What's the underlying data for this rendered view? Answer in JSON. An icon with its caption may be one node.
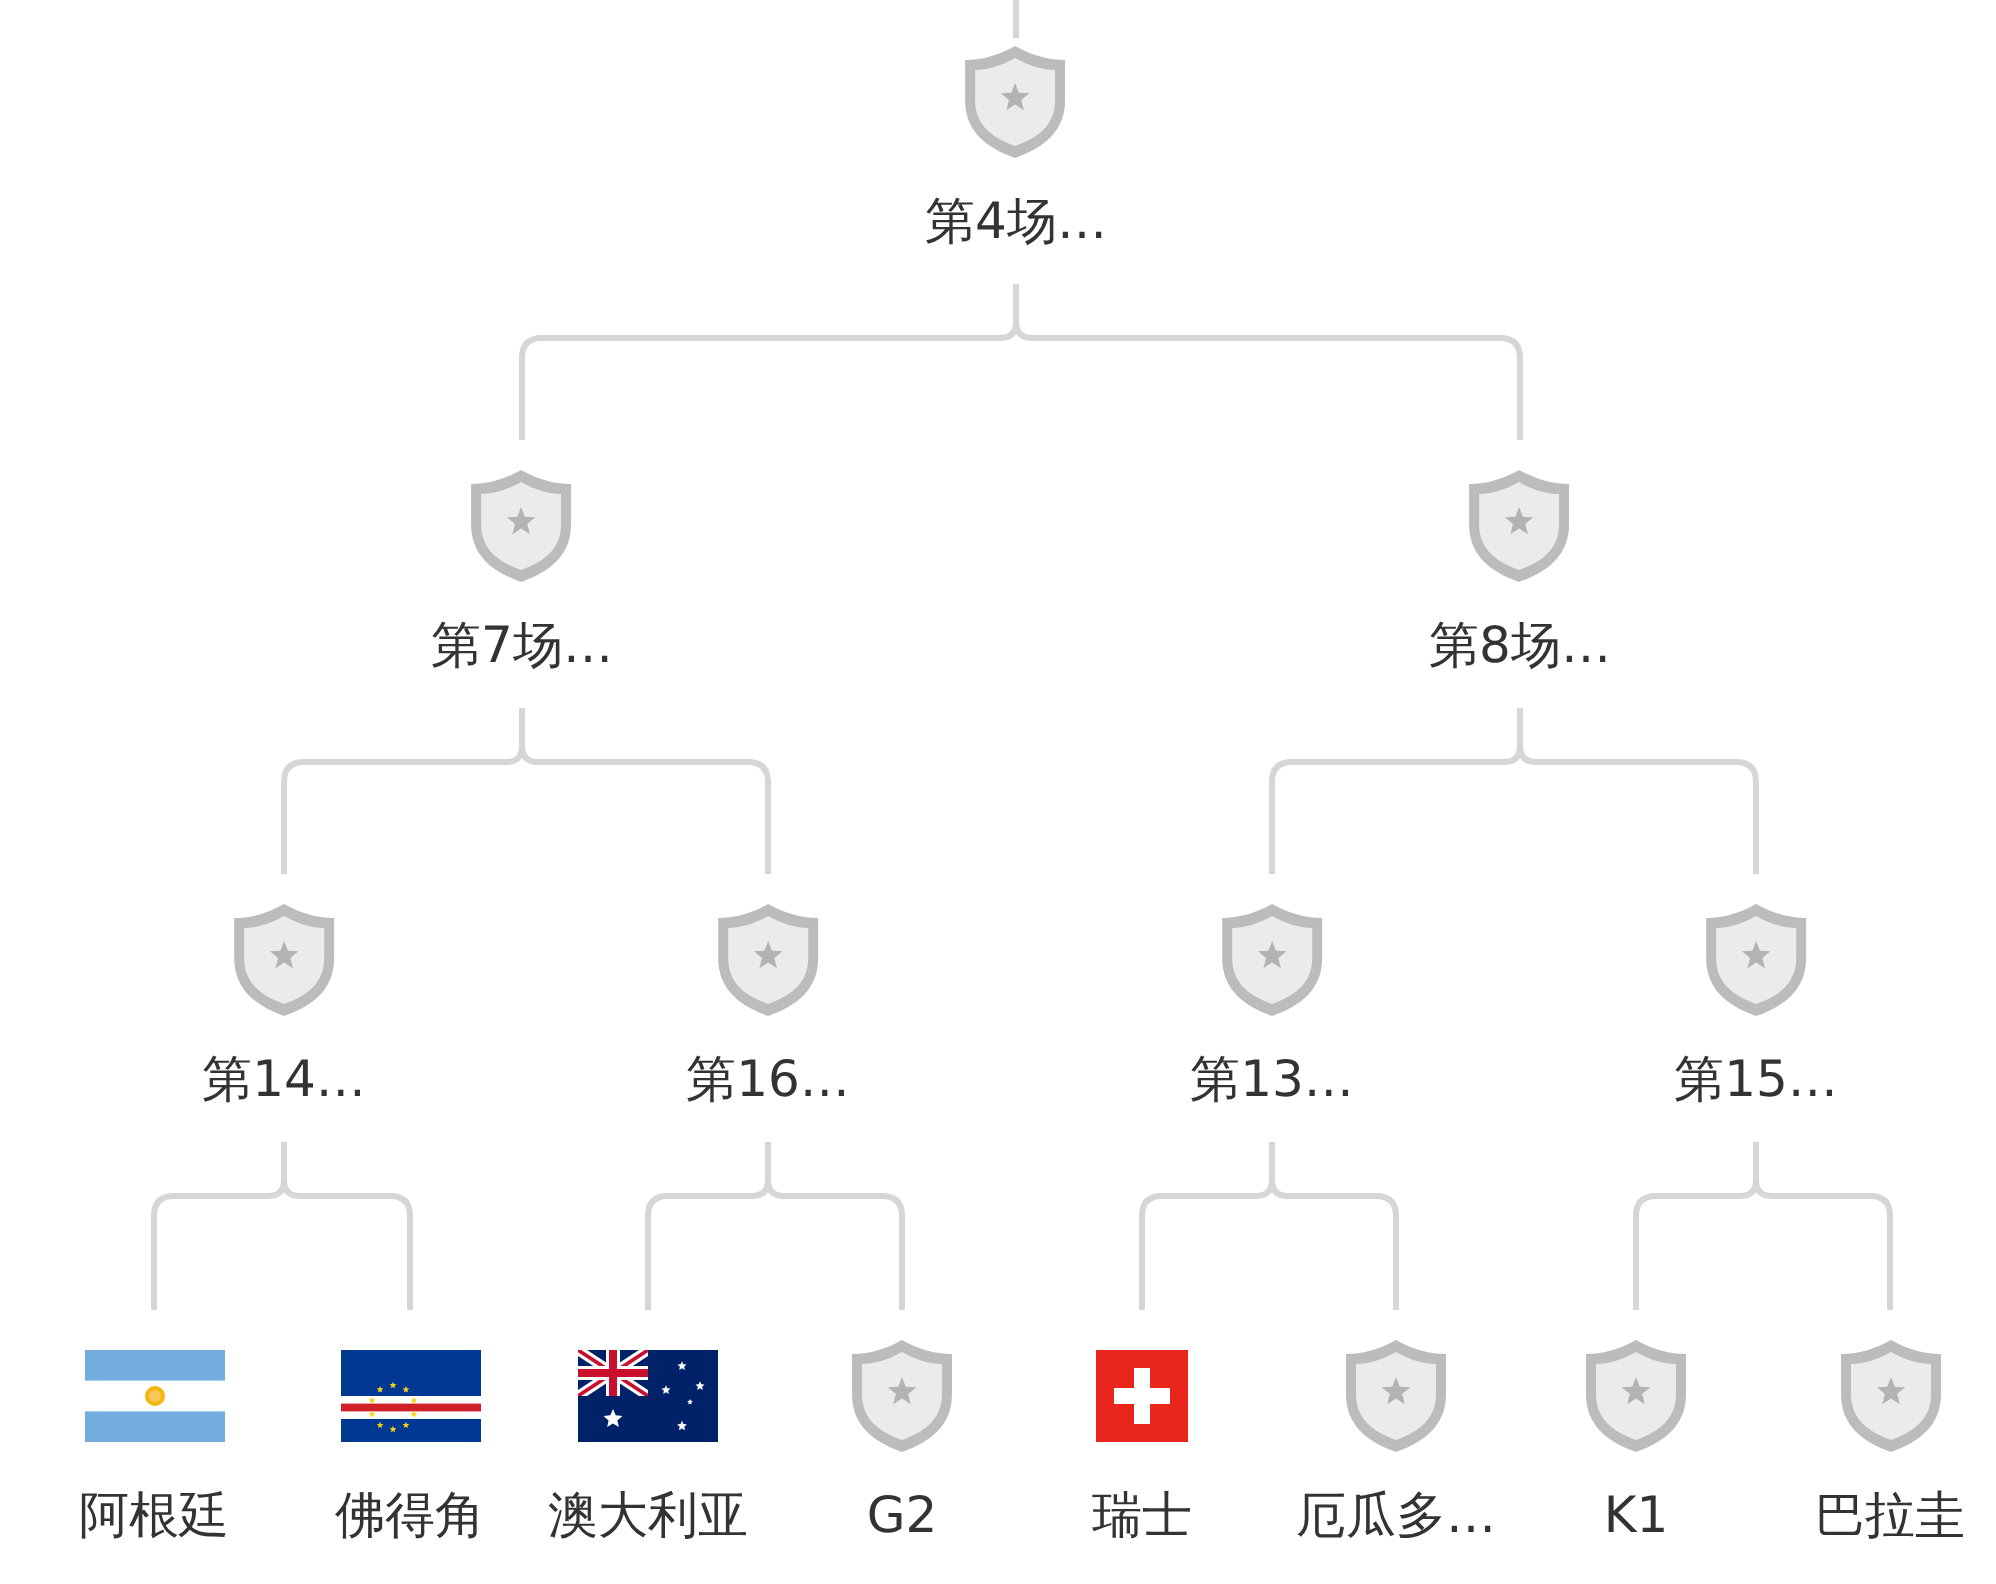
{
  "diagram": {
    "nodes": [
      {
        "text": [
          "第4场…"
        ]
      },
      {
        "text": [
          "第7场…"
        ]
      },
      {
        "text": [
          "第8场…"
        ]
      },
      {
        "text": [
          "第14…"
        ]
      },
      {
        "text": [
          "第16…"
        ]
      },
      {
        "text": [
          "第13…"
        ]
      },
      {
        "text": [
          "第15…"
        ]
      },
      {
        "text": [
          "阿根廷"
        ]
      },
      {
        "text": [
          "佛得角"
        ]
      },
      {
        "text": [
          "澳大利亚"
        ]
      },
      {
        "text": [
          "G2"
        ]
      },
      {
        "text": [
          "瑞士"
        ]
      },
      {
        "text": [
          "厄瓜多…"
        ]
      },
      {
        "text": [
          "K1"
        ]
      },
      {
        "text": [
          "巴拉圭"
        ]
      }
    ],
    "edges": [
      {
        "from": null,
        "to": 0,
        "arrow": "none"
      },
      {
        "from": 0,
        "to": 1,
        "arrow": "none"
      },
      {
        "from": 0,
        "to": 2,
        "arrow": "none"
      },
      {
        "from": 1,
        "to": 3,
        "arrow": "none"
      },
      {
        "from": 1,
        "to": 4,
        "arrow": "none"
      },
      {
        "from": 2,
        "to": 5,
        "arrow": "none"
      },
      {
        "from": 2,
        "to": 6,
        "arrow": "none"
      },
      {
        "from": 3,
        "to": 7,
        "arrow": "none"
      },
      {
        "from": 3,
        "to": 8,
        "arrow": "none"
      },
      {
        "from": 4,
        "to": 9,
        "arrow": "none"
      },
      {
        "from": 4,
        "to": 10,
        "arrow": "none"
      },
      {
        "from": 5,
        "to": 11,
        "arrow": "none"
      },
      {
        "from": 5,
        "to": 12,
        "arrow": "none"
      },
      {
        "from": 6,
        "to": 13,
        "arrow": "none"
      },
      {
        "from": 6,
        "to": 14,
        "arrow": "none"
      }
    ]
  }
}
